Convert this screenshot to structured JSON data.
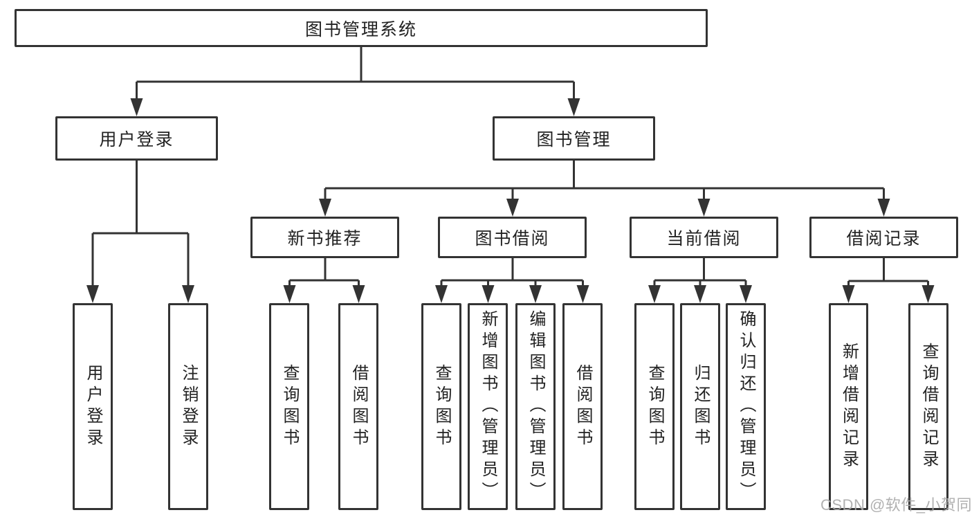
{
  "diagram_title": "图书管理系统",
  "tree": {
    "root": {
      "label": "图书管理系统",
      "children": [
        {
          "label": "用户登录",
          "children": [
            {
              "label": "用户登录"
            },
            {
              "label": "注销登录"
            }
          ]
        },
        {
          "label": "图书管理",
          "children": [
            {
              "label": "新书推荐",
              "children": [
                {
                  "label": "查询图书"
                },
                {
                  "label": "借阅图书"
                }
              ]
            },
            {
              "label": "图书借阅",
              "children": [
                {
                  "label": "查询图书"
                },
                {
                  "label": "新增图书（管理员）"
                },
                {
                  "label": "编辑图书（管理员）"
                },
                {
                  "label": "借阅图书"
                }
              ]
            },
            {
              "label": "当前借阅",
              "children": [
                {
                  "label": "查询图书"
                },
                {
                  "label": "归还图书"
                },
                {
                  "label": "确认归还（管理员）"
                }
              ]
            },
            {
              "label": "借阅记录",
              "children": [
                {
                  "label": "新增借阅记录"
                },
                {
                  "label": "查询借阅记录"
                }
              ]
            }
          ]
        }
      ]
    }
  },
  "watermark": {
    "text": "CSDN @软件_小贺同学"
  },
  "colors": {
    "background": "#ffffff",
    "line": "#333333",
    "box_border": "#333333",
    "text": "#222222",
    "watermark": "#a8a8a8"
  }
}
